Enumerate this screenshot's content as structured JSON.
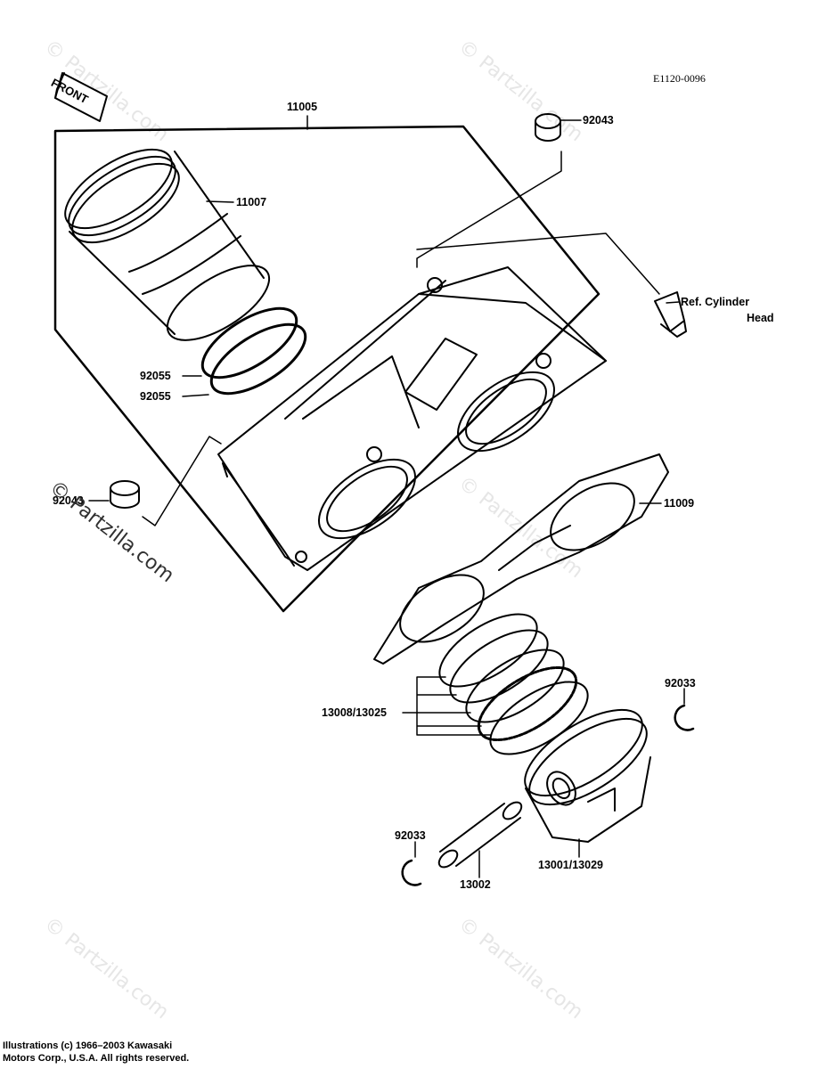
{
  "diagram_code": "E1120-0096",
  "front_label": "FRONT",
  "labels": {
    "l11005": "11005",
    "l92043_top": "92043",
    "l11007": "11007",
    "ref_line1": "Ref. Cylinder",
    "ref_line2": "Head",
    "l92055_a": "92055",
    "l92055_b": "92055",
    "l92043_left": "92043",
    "l11009": "11009",
    "l92033_right": "92033",
    "l13008": "13008/13025",
    "l92033_left": "92033",
    "l13002": "13002",
    "l13001": "13001/13029"
  },
  "copyright_line1": "Illustrations (c) 1966–2003 Kawasaki",
  "copyright_line2": "Motors Corp., U.S.A.  All rights reserved.",
  "watermark": "© Partzilla.com",
  "watermark_dark": "© Partzilla.com"
}
